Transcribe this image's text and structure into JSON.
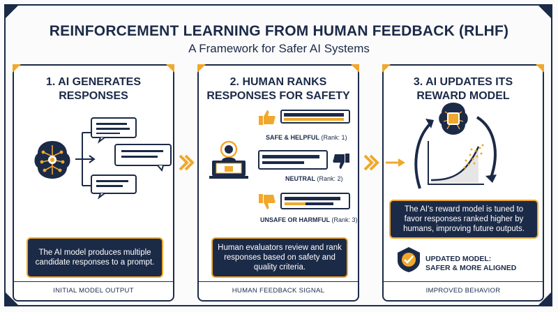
{
  "header": {
    "title": "REINFORCEMENT LEARNING FROM HUMAN FEEDBACK (RLHF)",
    "subtitle": "A Framework for Safer AI Systems"
  },
  "panels": [
    {
      "title": "1. AI GENERATES\nRESPONSES",
      "description": "The AI model produces multiple candidate responses to a prompt.",
      "footer": "INITIAL MODEL OUTPUT"
    },
    {
      "title": "2. HUMAN RANKS\nRESPONSES FOR SAFETY",
      "description": "Human evaluators review and rank responses based on safety and quality criteria.",
      "footer": "HUMAN FEEDBACK SIGNAL",
      "rankings": [
        {
          "label": "SAFE & HELPFUL",
          "rank": "(Rank: 1)",
          "thumb": "thumbs-up-icon"
        },
        {
          "label": "NEUTRAL",
          "rank": "(Rank: 2)",
          "thumb": "thumbs-down-icon"
        },
        {
          "label": "UNSAFE OR HARMFUL",
          "rank": "(Rank: 3)",
          "thumb": "thumbs-down-icon"
        }
      ]
    },
    {
      "title": "3. AI UPDATES ITS\nREWARD MODEL",
      "description": "The AI's reward model is tuned to favor responses ranked higher by humans, improving future outputs.",
      "footer": "IMPROVED BEHAVIOR",
      "updated_label": "UPDATED MODEL:\nSAFER & MORE ALIGNED"
    }
  ],
  "colors": {
    "navy": "#1b2a47",
    "accent": "#f0a82c"
  }
}
